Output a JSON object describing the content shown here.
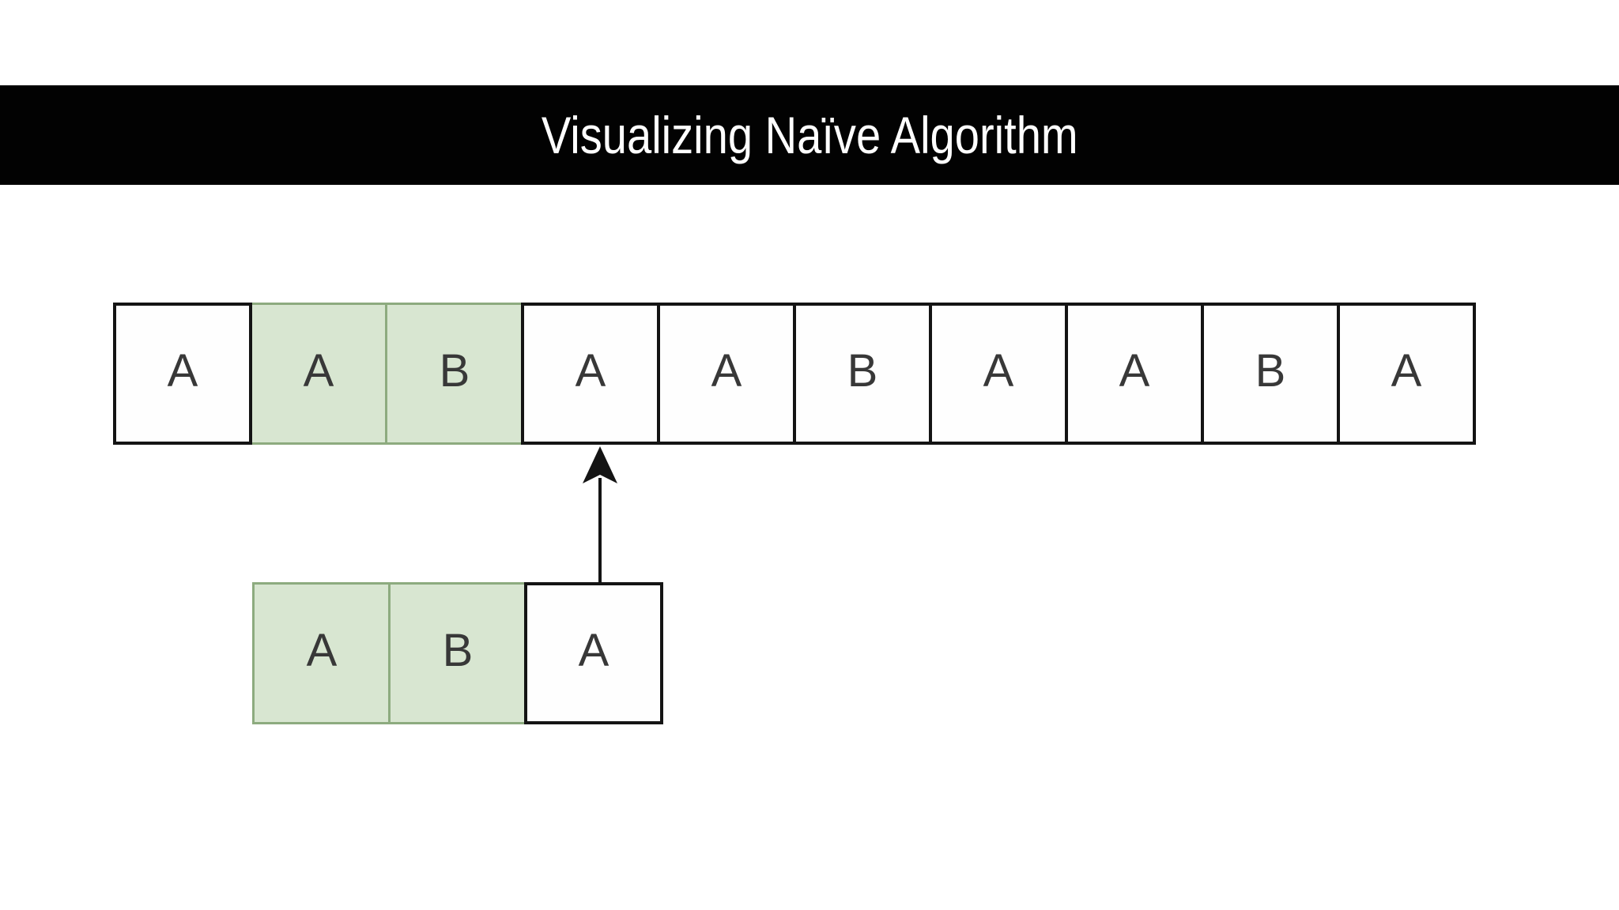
{
  "title_bar": {
    "title": "Visualizing Naïve Algorithm",
    "background_color": "#020202",
    "text_color": "#ffffff"
  },
  "colors": {
    "page_background": "#ffffff",
    "cell_fill": "#fefefe",
    "cell_stroke": "#141414",
    "matched_fill": "#d8e6d1",
    "matched_stroke": "#8dab7f",
    "letter_color": "#383838",
    "arrow_color": "#141414"
  },
  "text_row": {
    "string": "AABAABAABA",
    "cells": [
      {
        "char": "A",
        "state": "unmatched"
      },
      {
        "char": "A",
        "state": "matched"
      },
      {
        "char": "B",
        "state": "matched"
      },
      {
        "char": "A",
        "state": "unmatched"
      },
      {
        "char": "A",
        "state": "unmatched"
      },
      {
        "char": "B",
        "state": "unmatched"
      },
      {
        "char": "A",
        "state": "unmatched"
      },
      {
        "char": "A",
        "state": "unmatched"
      },
      {
        "char": "B",
        "state": "unmatched"
      },
      {
        "char": "A",
        "state": "unmatched"
      }
    ]
  },
  "pattern_row": {
    "string": "ABA",
    "cells": [
      {
        "char": "A",
        "state": "matched"
      },
      {
        "char": "B",
        "state": "matched"
      },
      {
        "char": "A",
        "state": "comparing"
      }
    ]
  }
}
